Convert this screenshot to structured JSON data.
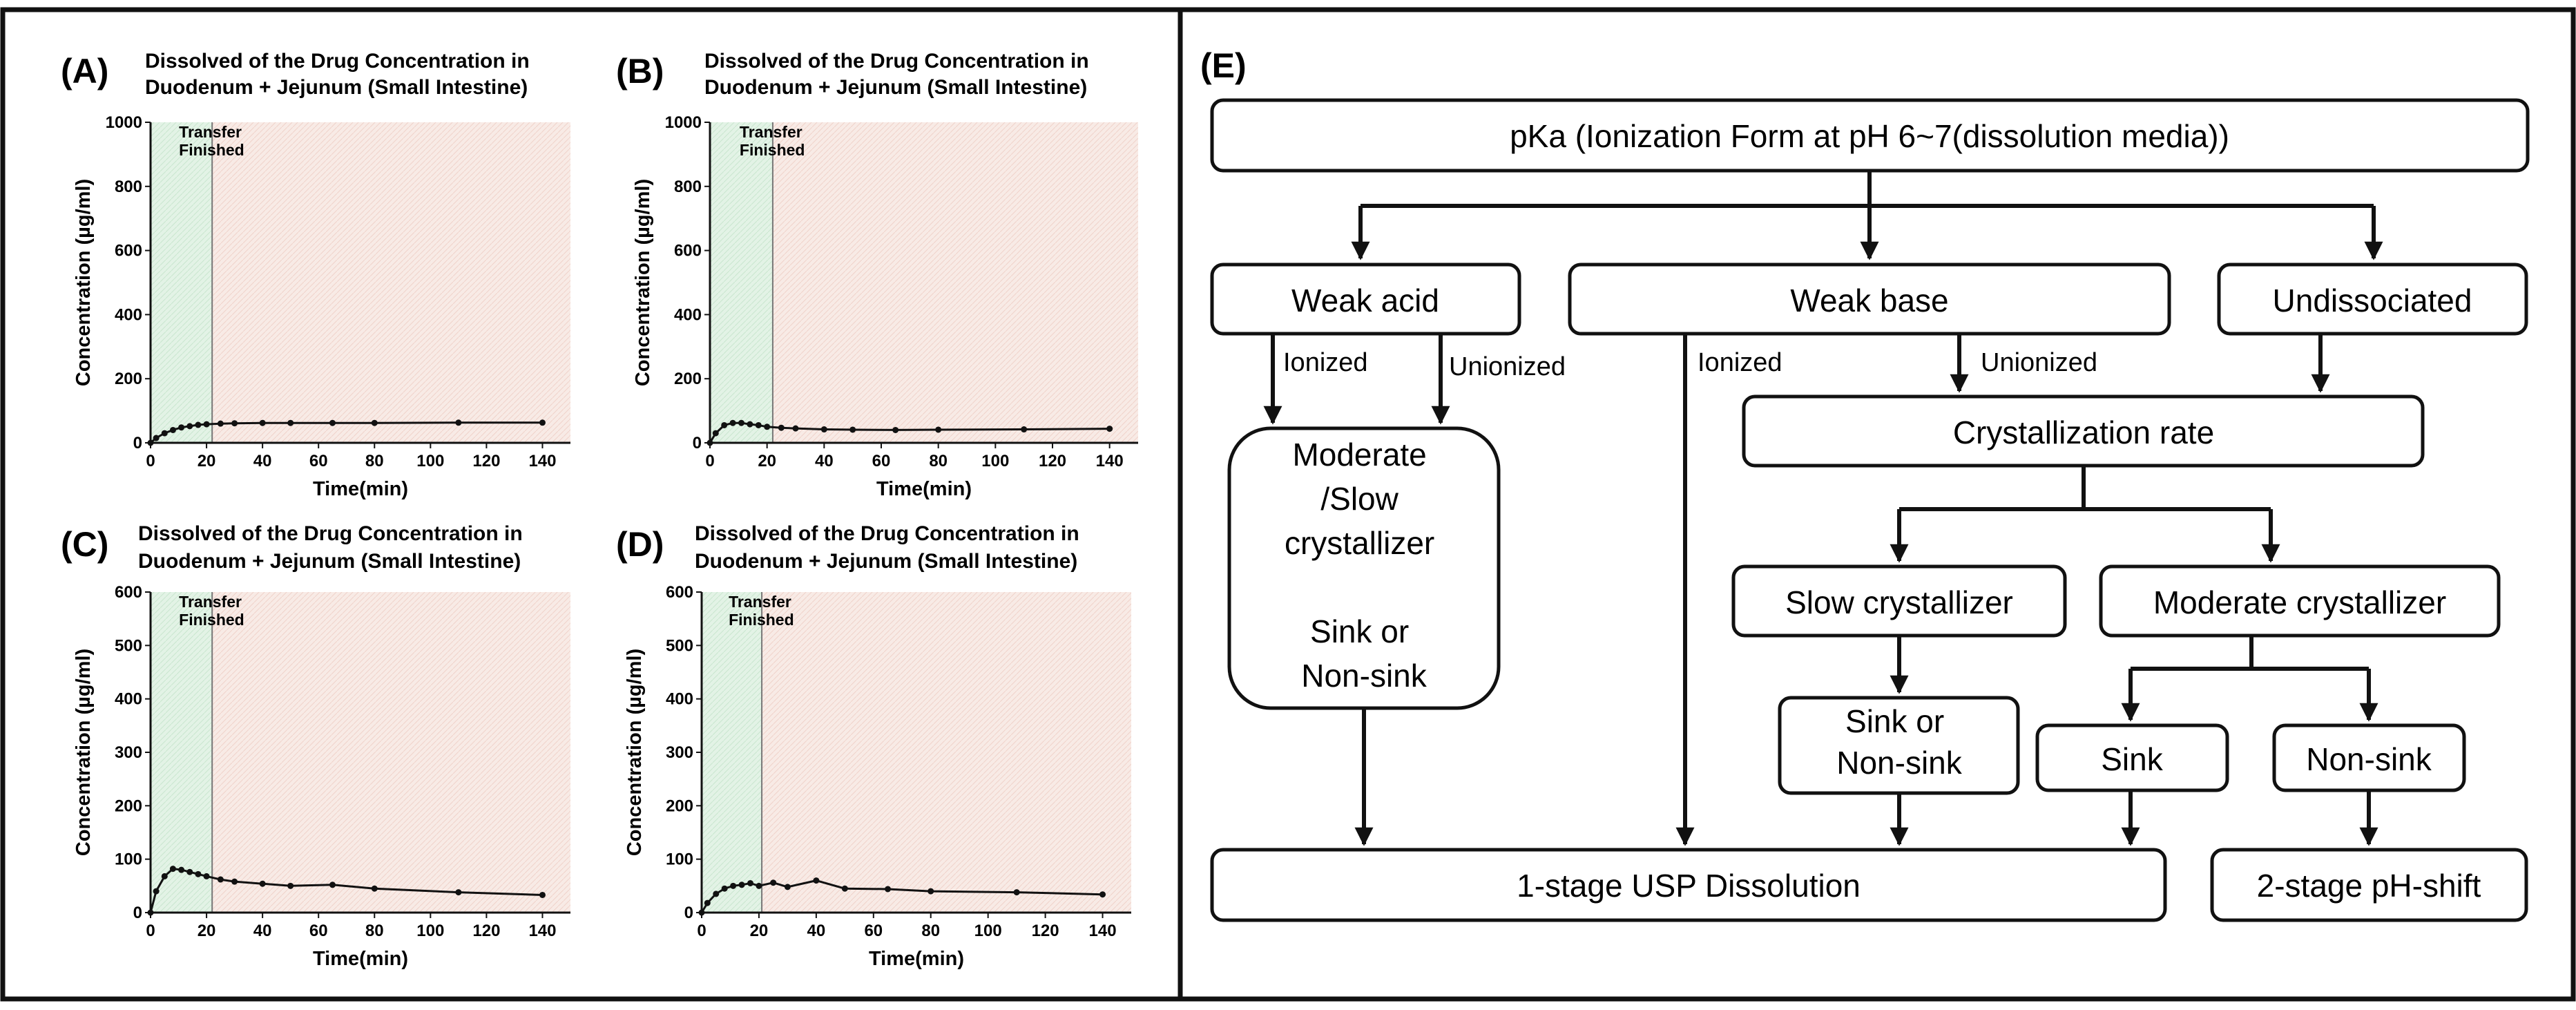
{
  "chart_data": [
    {
      "type": "line",
      "panel": "(A)",
      "title": [
        "Dissolved of the Drug Concentration in",
        "Duodenum + Jejunum (Small Intestine)"
      ],
      "xlabel": "Time(min)",
      "ylabel": "Concentration  (µg/ml)",
      "xlim": [
        0,
        150
      ],
      "ylim": [
        0,
        1000
      ],
      "xticks": [
        "0",
        "20",
        "40",
        "60",
        "80",
        "100",
        "120",
        "140"
      ],
      "yticks": [
        "0",
        "200",
        "400",
        "600",
        "800",
        "1000"
      ],
      "annotation": [
        "Transfer",
        "Finished"
      ],
      "transfer_x": 22,
      "series": [
        {
          "x": [
            0,
            2,
            5,
            8,
            11,
            14,
            17,
            20,
            25,
            30,
            40,
            50,
            65,
            80,
            110,
            140
          ],
          "y": [
            0,
            15,
            30,
            40,
            48,
            52,
            56,
            58,
            60,
            61,
            62,
            62,
            62,
            62,
            63,
            63
          ]
        }
      ]
    },
    {
      "type": "line",
      "panel": "(B)",
      "title": [
        "Dissolved of the Drug Concentration in",
        "Duodenum + Jejunum (Small Intestine)"
      ],
      "xlabel": "Time(min)",
      "ylabel": "Concentration  (µg/ml)",
      "xlim": [
        0,
        150
      ],
      "ylim": [
        0,
        1000
      ],
      "xticks": [
        "0",
        "20",
        "40",
        "60",
        "80",
        "100",
        "120",
        "140"
      ],
      "yticks": [
        "0",
        "200",
        "400",
        "600",
        "800",
        "1000"
      ],
      "annotation": [
        "Transfer",
        "Finished"
      ],
      "transfer_x": 22,
      "series": [
        {
          "x": [
            0,
            2,
            5,
            8,
            11,
            14,
            17,
            20,
            25,
            30,
            40,
            50,
            65,
            80,
            110,
            140
          ],
          "y": [
            0,
            30,
            55,
            62,
            62,
            58,
            55,
            50,
            47,
            45,
            42,
            41,
            40,
            41,
            42,
            44
          ]
        }
      ]
    },
    {
      "type": "line",
      "panel": "(C)",
      "title": [
        "Dissolved of the Drug Concentration in",
        "Duodenum + Jejunum (Small Intestine)"
      ],
      "xlabel": "Time(min)",
      "ylabel": "Concentration  (µg/ml)",
      "xlim": [
        0,
        150
      ],
      "ylim": [
        0,
        600
      ],
      "xticks": [
        "0",
        "20",
        "40",
        "60",
        "80",
        "100",
        "120",
        "140"
      ],
      "yticks": [
        "0",
        "100",
        "200",
        "300",
        "400",
        "500",
        "600"
      ],
      "annotation": [
        "Transfer",
        "Finished"
      ],
      "transfer_x": 22,
      "series": [
        {
          "x": [
            0,
            2,
            5,
            8,
            11,
            14,
            17,
            20,
            25,
            30,
            40,
            50,
            65,
            80,
            110,
            140
          ],
          "y": [
            0,
            40,
            68,
            82,
            80,
            76,
            72,
            68,
            62,
            58,
            54,
            50,
            52,
            45,
            38,
            33
          ]
        }
      ]
    },
    {
      "type": "line",
      "panel": "(D)",
      "title": [
        "Dissolved of the Drug Concentration in",
        "Duodenum + Jejunum (Small Intestine)"
      ],
      "xlabel": "Time(min)",
      "ylabel": "Concentration  (µg/ml)",
      "xlim": [
        0,
        150
      ],
      "ylim": [
        0,
        600
      ],
      "xticks": [
        "0",
        "20",
        "40",
        "60",
        "80",
        "100",
        "120",
        "140"
      ],
      "yticks": [
        "0",
        "100",
        "200",
        "300",
        "400",
        "500",
        "600"
      ],
      "annotation": [
        "Transfer",
        "Finished"
      ],
      "transfer_x": 21,
      "series": [
        {
          "x": [
            0,
            2,
            5,
            8,
            11,
            14,
            17,
            20,
            25,
            30,
            40,
            50,
            65,
            80,
            110,
            140
          ],
          "y": [
            0,
            18,
            35,
            45,
            50,
            52,
            55,
            50,
            56,
            48,
            60,
            45,
            44,
            40,
            38,
            34
          ]
        }
      ]
    }
  ],
  "flowchart": {
    "panel": "(E)",
    "top": "pKa (Ionization Form at pH 6~7(dissolution media))",
    "weak_acid": "Weak acid",
    "weak_base": "Weak base",
    "undissociated": "Undissociated",
    "ionized": "Ionized",
    "unionized": "Unionized",
    "moderate_slow": [
      "Moderate",
      "/Slow",
      "crystallizer",
      "",
      "Sink or",
      "Non-sink"
    ],
    "crystallization_rate": "Crystallization rate",
    "slow_crystallizer": "Slow crystallizer",
    "moderate_crystallizer": "Moderate crystallizer",
    "sink_or_nonsink": [
      "Sink or",
      "Non-sink"
    ],
    "sink": "Sink",
    "non_sink": "Non-sink",
    "usp": "1-stage USP Dissolution",
    "ph_shift": "2-stage pH-shift"
  },
  "colors": {
    "green_zone": "#e3f3e6",
    "pink_zone": "#f8ebe6",
    "line": "#111111"
  }
}
